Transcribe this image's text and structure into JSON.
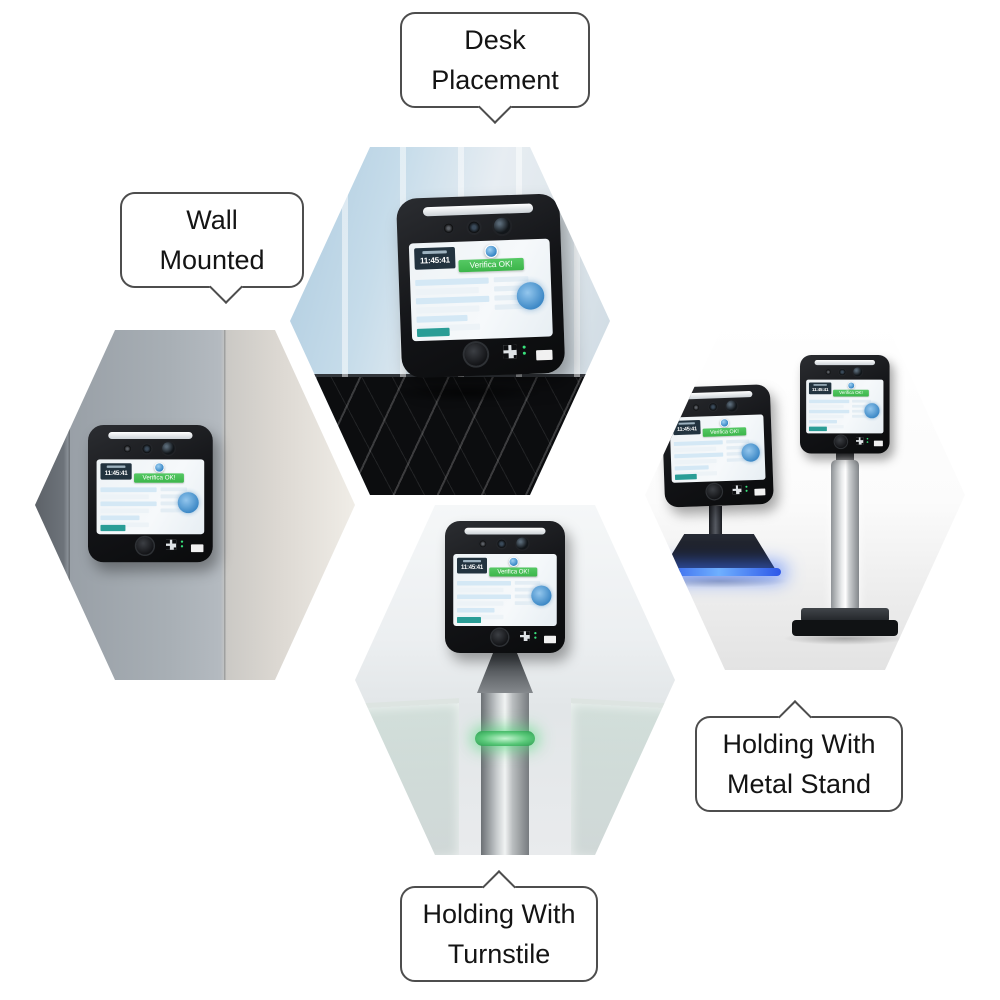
{
  "callouts": {
    "desk": {
      "line1": "Desk",
      "line2": "Placement"
    },
    "wall": {
      "line1": "Wall",
      "line2": "Mounted"
    },
    "metal_stand": {
      "line1": "Holding With",
      "line2": "Metal Stand"
    },
    "turnstile": {
      "line1": "Holding With",
      "line2": "Turnstile"
    }
  },
  "device_screen": {
    "time": "11:45:41",
    "status_banner": "Verifica OK!"
  },
  "icons": {
    "camera-icon": "dark circle lens dot",
    "camera-lens-icon": "large round camera lens",
    "fill-light-bar": "white LED strip",
    "user-avatar-icon": "blue round person badge",
    "contactless-icon": "blue glowing disc",
    "qr-code-icon": "black corner squares on light tile",
    "power-button": "round dark button",
    "callout-tail": "speech bubble pointer"
  },
  "colors": {
    "background": "#ffffff",
    "callout_border": "#4d4d4d",
    "device_body": "#141414",
    "verify_green": "#3cb54a",
    "screen_accent_blue": "#2d7fc1",
    "stand_glow_blue": "#3b6cff",
    "turnstile_ring_green": "#58c878"
  }
}
